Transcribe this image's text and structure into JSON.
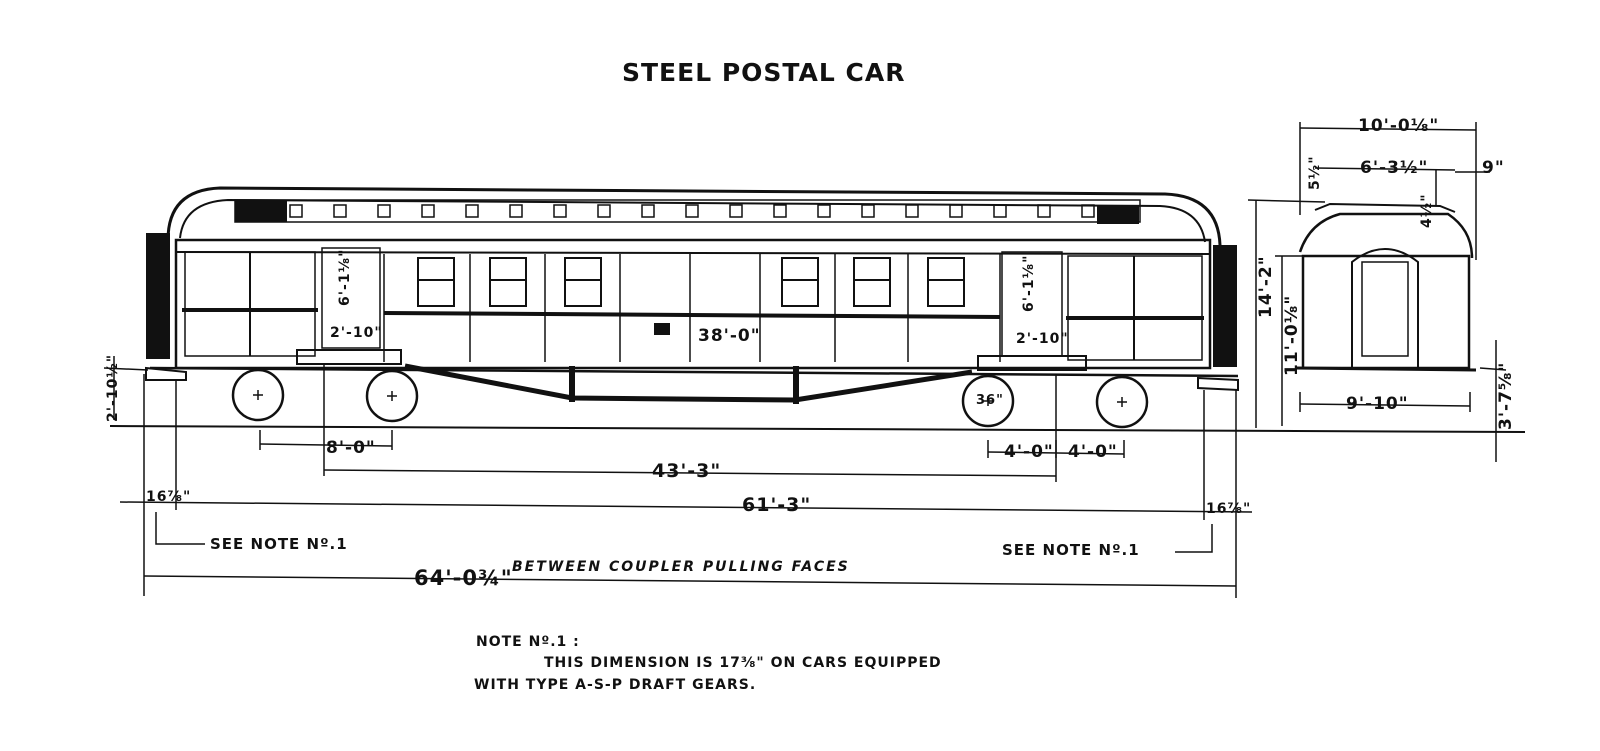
{
  "title": "STEEL POSTAL CAR",
  "dimensions": {
    "roof_width": "10'-0⅛\"",
    "roof_inner": "6'-3½\"",
    "eave_offset": "9\"",
    "half_5": "5½\"",
    "half_4": "4½\"",
    "height_total": "14'-2\"",
    "height_body": "11'-0⅛\"",
    "base_width": "9'-10\"",
    "rail_step": "3'-7⅝\"",
    "door_left_height": "6'-1⅛\"",
    "door_right_height": "6'-1⅛\"",
    "door_left_width": "2'-10\"",
    "door_right_width": "2'-10\"",
    "center_length": "38'-0\"",
    "coupler_height": "2'-10½\"",
    "wheel_dia": "36\"",
    "left_truck_wheelbase": "8'-0\"",
    "right_truck_a": "4'-0\"",
    "right_truck_b": "4'-0\"",
    "truck_centers": "43'-3\"",
    "over_end_sills": "61'-3\"",
    "left_end": "16⅞\"",
    "right_end": "16⅞\"",
    "see_note_left": "SEE NOTE Nº.1",
    "see_note_right": "SEE NOTE Nº.1",
    "coupler_length": "64'-0¾\"",
    "coupler_caption": "BETWEEN COUPLER PULLING FACES"
  },
  "note": {
    "heading": "NOTE Nº.1 :",
    "line1": "THIS DIMENSION IS 17⅜\" ON CARS EQUIPPED",
    "line2": "WITH TYPE A-S-P DRAFT GEARS."
  }
}
